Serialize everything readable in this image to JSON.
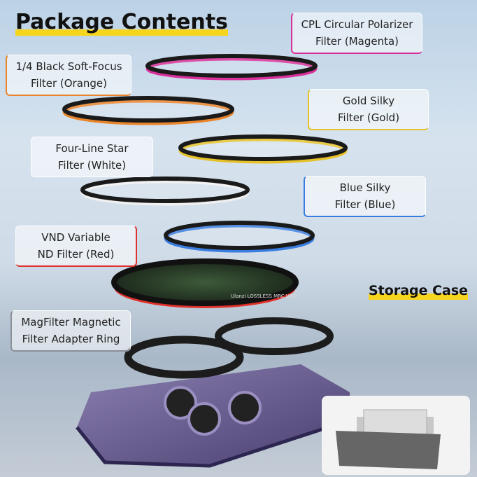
{
  "title": "Package Contents",
  "storage_title": "Storage Case",
  "labels": {
    "cpl": [
      "CPL Circular Polarizer",
      "Filter (Magenta)"
    ],
    "black": [
      "1/4 Black Soft-Focus",
      "Filter (Orange)"
    ],
    "gold": [
      "Gold Silky",
      "Filter (Gold)"
    ],
    "star": [
      "Four-Line Star",
      "Filter (White)"
    ],
    "blue": [
      "Blue Silky",
      "Filter (Blue)"
    ],
    "vnd": [
      "VND Variable",
      "ND Filter (Red)"
    ],
    "mag": [
      "MagFilter Magnetic",
      "Filter Adapter Ring"
    ]
  },
  "ring_text": "Ulanzi  LOSSLESS MRC VND",
  "colors": {
    "magenta": "#d8309a",
    "orange": "#e8842c",
    "gold": "#e6c12a",
    "white": "#e8e8e8",
    "blue": "#3a7de0",
    "red": "#e0302a",
    "gray": "#8a8f98",
    "highlight": "#f7d51d"
  }
}
